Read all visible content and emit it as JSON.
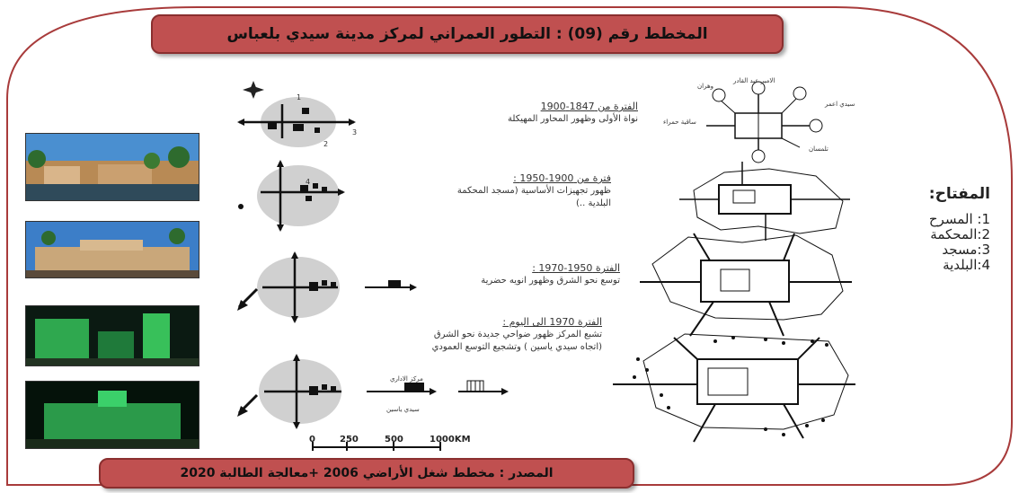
{
  "title": "المخطط رقم (09) : التطور العمراني لمركز مدينة سيدي بلعباس",
  "source": "المصدر : مخطط شغل الأراضي 2006 +معالجة الطالبة 2020",
  "periods": [
    {
      "title": "الفترة من 1847-1900",
      "text": "نواة الأولى وظهور المحاور المهيكلة"
    },
    {
      "title": "فترة من 1900-1950 :",
      "text": "ظهور تجهيزات الأساسية (مسجد المحكمة البلدية ..)"
    },
    {
      "title": "الفترة 1950-1970 :",
      "text": "توسع نحو الشرق وظهور انويه حضرية"
    },
    {
      "title": "الفترة 1970 الى اليوم :",
      "text": "تشبع المركز ظهور ضواحي جديدة نحو الشرق (اتجاه سيدي ياسين ) وتشجيع التوسع العمودي"
    }
  ],
  "legend": {
    "title": "المفتاح:",
    "items": [
      "1: المسرح",
      "2:المحكمة",
      "3:مسجد",
      "4:البلدية"
    ]
  },
  "scale": {
    "labels": [
      "0",
      "250",
      "500",
      "1000KM"
    ]
  },
  "diagram_labels": {
    "sidi_yassine": "سيدي ياسين",
    "center_abbas": "مركز الاداري",
    "emir": "الامير عبد القادر",
    "sidi_amar": "سيدي اعمر",
    "tlemcen": "تلمسان",
    "oran": "وهران",
    "sakia": "ساقية حمراء"
  },
  "diagram_numbers": {
    "n1": "1",
    "n2": "2",
    "n3": "3",
    "n4": "4"
  },
  "colors": {
    "banner": "#c05050",
    "frame": "#a83b3b",
    "circle": "#d0d0d0"
  }
}
